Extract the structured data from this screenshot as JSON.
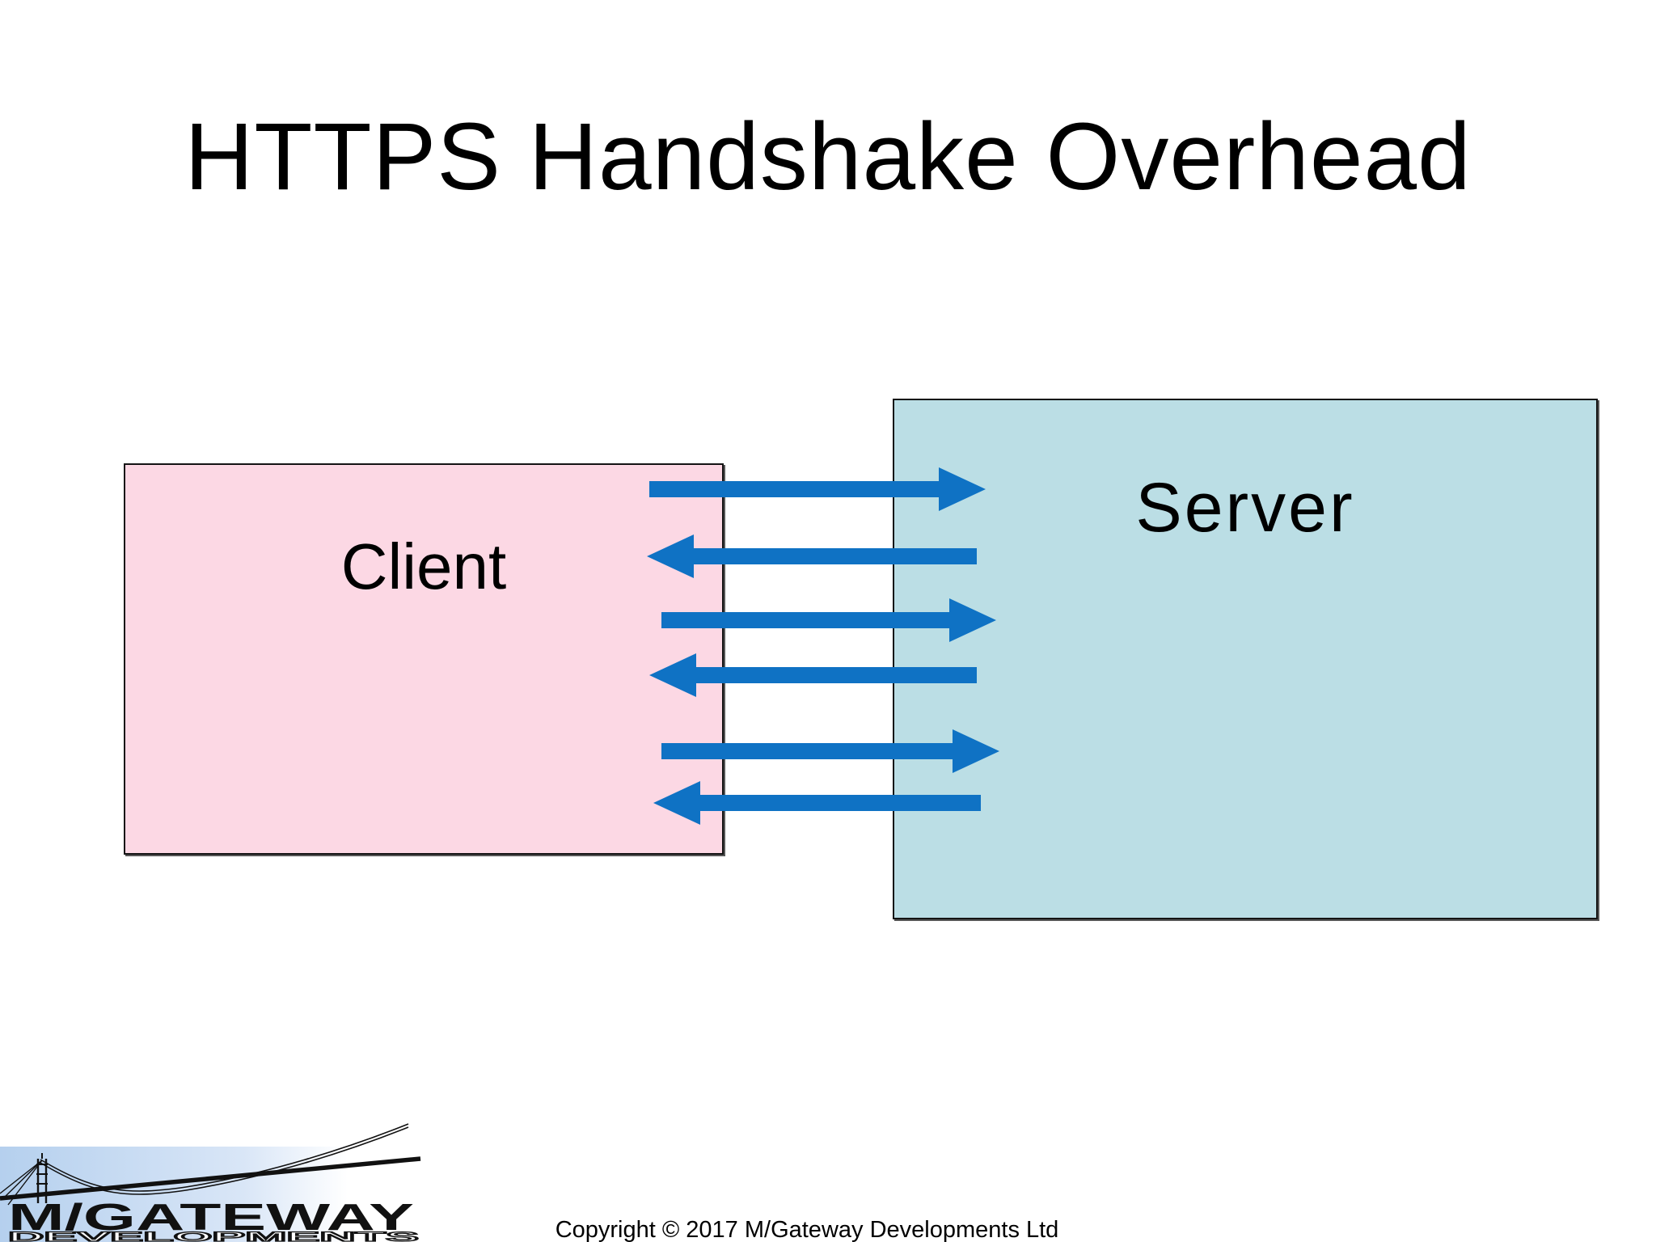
{
  "page": {
    "title": "HTTPS Handshake Overhead",
    "background_color": "#FFFFFF"
  },
  "diagram": {
    "client": {
      "label": "Client",
      "fill": "#FCD8E4",
      "border_color": "#141414"
    },
    "server": {
      "label": "Server",
      "fill": "#BBDEE5",
      "border_color": "#141414"
    },
    "arrow_color": "#0F72C4",
    "arrows": [
      {
        "direction": "client-to-server"
      },
      {
        "direction": "server-to-client"
      },
      {
        "direction": "client-to-server"
      },
      {
        "direction": "server-to-client"
      },
      {
        "direction": "client-to-server"
      },
      {
        "direction": "server-to-client"
      }
    ]
  },
  "logo": {
    "line1": "M/GATEWAY",
    "line2": "DEVELOPMENTS",
    "gradient_color": "#B5D0EE"
  },
  "footer": {
    "copyright": "Copyright © 2017 M/Gateway Developments Ltd"
  }
}
